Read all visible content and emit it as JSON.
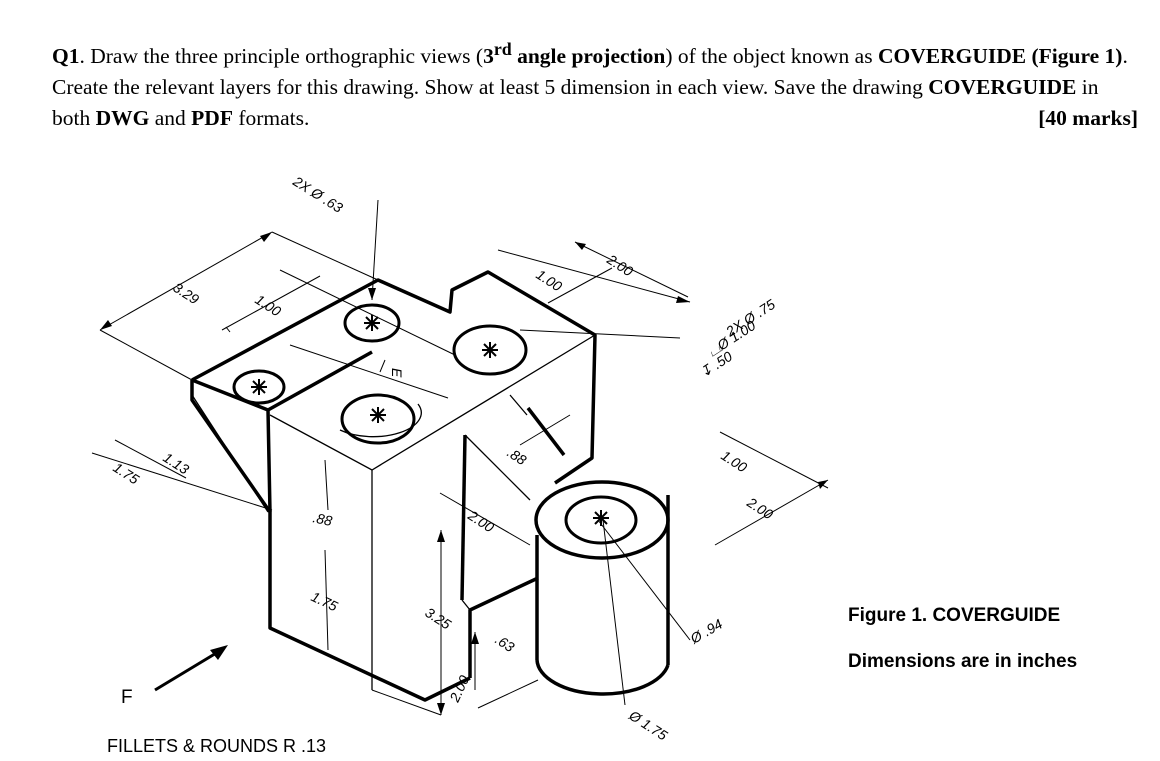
{
  "question": {
    "label": "Q1",
    "intro": ". Draw the three principle orthographic views (",
    "ordinal_num": "3",
    "ordinal_suffix": "rd",
    "angle": " angle projection",
    "after_angle": ") of the object known as ",
    "object_name": "COVERGUIDE",
    "figure_ref": "(Figure 1)",
    "body": ". Create the relevant layers for this drawing.  Show at least 5 dimension in each view.  Save the drawing ",
    "drawing_name": "COVERGUIDE",
    "in_both": " in both ",
    "format1": "DWG",
    "and": " and ",
    "format2": "PDF",
    "formats": " formats.",
    "marks": "[40 marks]"
  },
  "figure": {
    "caption": "Figure 1. COVERGUIDE",
    "units_note": "Dimensions are in inches",
    "fillets_note": "FILLETS & ROUNDS R .13",
    "view_arrow_label": "F"
  },
  "dimensions": {
    "top_holes": "2X Ø .63",
    "overall_depth": "3.29",
    "hole_spacing": "1.00",
    "upper_width": "2.00",
    "upper_offset": "1.00",
    "cbore_count": "2X Ø .75",
    "cbore_dia": "⌴Ø 1.00",
    "cbore_depth": "↧ .50",
    "left_1_75": "1.75",
    "left_1_13": "1.13",
    "front_88": ".88",
    "front_1_75": "1.75",
    "slot_88": ".88",
    "slot_2_00": "2.00",
    "height_3_25": "3.25",
    "slot_63": ".63",
    "base_2_00": "2.00",
    "boss_1_00": "1.00",
    "boss_2_00": "2.00",
    "boss_inner": "Ø .94",
    "boss_outer": "Ø 1.75",
    "symbol_E": "E"
  }
}
